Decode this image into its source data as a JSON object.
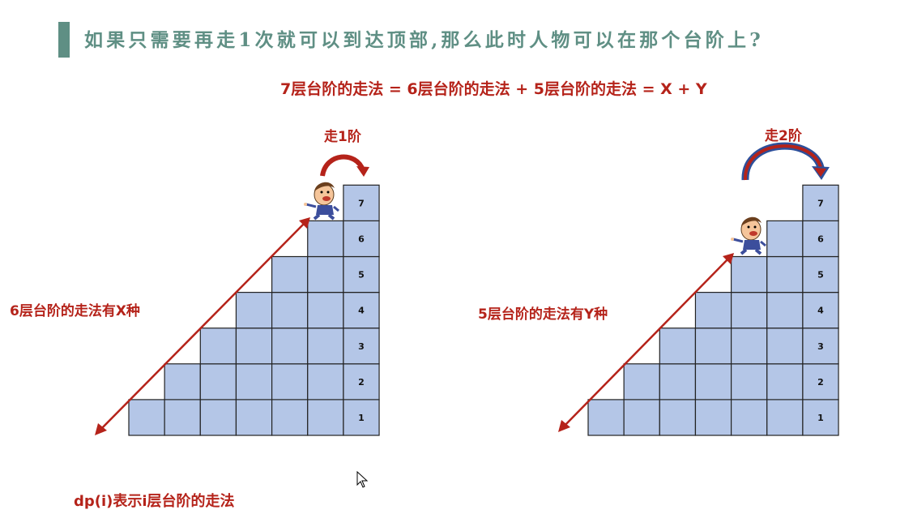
{
  "title": "如果只需要再走1次就可以到达顶部,那么此时人物可以在那个台阶上?",
  "formula": "7层台阶的走法 = 6层台阶的走法 + 5层台阶的走法 = X + Y",
  "left_stair": {
    "step_label": "走1阶",
    "ways_label": "6层台阶的走法有X种",
    "numbers": [
      "1",
      "2",
      "3",
      "4",
      "5",
      "6",
      "7"
    ]
  },
  "right_stair": {
    "step_label": "走2阶",
    "ways_label": "5层台阶的走法有Y种",
    "numbers": [
      "1",
      "2",
      "3",
      "4",
      "5",
      "6",
      "7"
    ]
  },
  "dp_def": "dp(i)表示i层台阶的走法",
  "colors": {
    "cell_fill": "#b4c6e7",
    "cell_stroke": "#222222",
    "red": "#b5231a",
    "title": "#5f8f84",
    "arc_blue": "#2d4f9a"
  },
  "icons": [
    "person-icon",
    "cursor-icon",
    "arrow-icon"
  ]
}
